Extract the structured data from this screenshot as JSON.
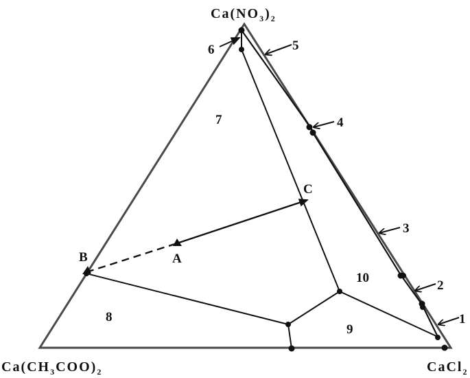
{
  "diagram": {
    "type": "ternary-phase-diagram",
    "vertices": {
      "top": {
        "label_main": "Ca(NO",
        "label_sub": "3",
        "label_close": ")",
        "label_sub2": "2",
        "full": "Ca(NO3)2"
      },
      "left": {
        "label_main": "Ca(CH",
        "label_sub": "3",
        "label_close": "COO)",
        "label_sub2": "2",
        "full": "Ca(CH3COO)2"
      },
      "right": {
        "label_main": "CaCl",
        "label_sub": "2",
        "full": "CaCl2"
      }
    },
    "regions": [
      {
        "id": "7",
        "label": "7"
      },
      {
        "id": "8",
        "label": "8"
      },
      {
        "id": "9",
        "label": "9"
      },
      {
        "id": "10",
        "label": "10"
      }
    ],
    "callouts": [
      {
        "id": "1",
        "label": "1"
      },
      {
        "id": "2",
        "label": "2"
      },
      {
        "id": "3",
        "label": "3"
      },
      {
        "id": "4",
        "label": "4"
      },
      {
        "id": "5",
        "label": "5"
      },
      {
        "id": "6",
        "label": "6"
      }
    ],
    "points": [
      {
        "id": "A",
        "label": "A"
      },
      {
        "id": "B",
        "label": "B"
      },
      {
        "id": "C",
        "label": "C"
      }
    ],
    "colors": {
      "outer_triangle": "#4a4a4a",
      "lines": "#111111",
      "background": "#ffffff"
    }
  }
}
